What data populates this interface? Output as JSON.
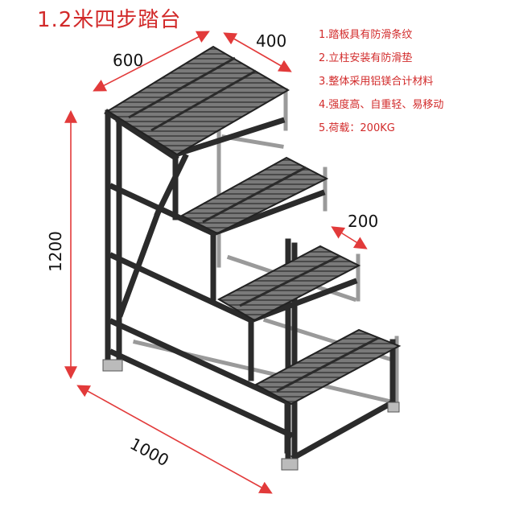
{
  "title": "1.2米四步踏台",
  "notes": [
    "1.踏板具有防滑条纹",
    "2.立柱安装有防滑垫",
    "3.整体采用铝镁合计材料",
    "4.强度高、自重轻、易移动",
    "5.荷载：200KG"
  ],
  "dimensions": {
    "width_top": "600",
    "depth": "400",
    "step_depth": "200",
    "height": "1200",
    "length": "1000"
  },
  "colors": {
    "annotation": "#d22a2a",
    "arrow": "#e23a3a",
    "frame": "#2b2b2b",
    "frame_light": "#8a8a8a",
    "tread": "#666666"
  }
}
